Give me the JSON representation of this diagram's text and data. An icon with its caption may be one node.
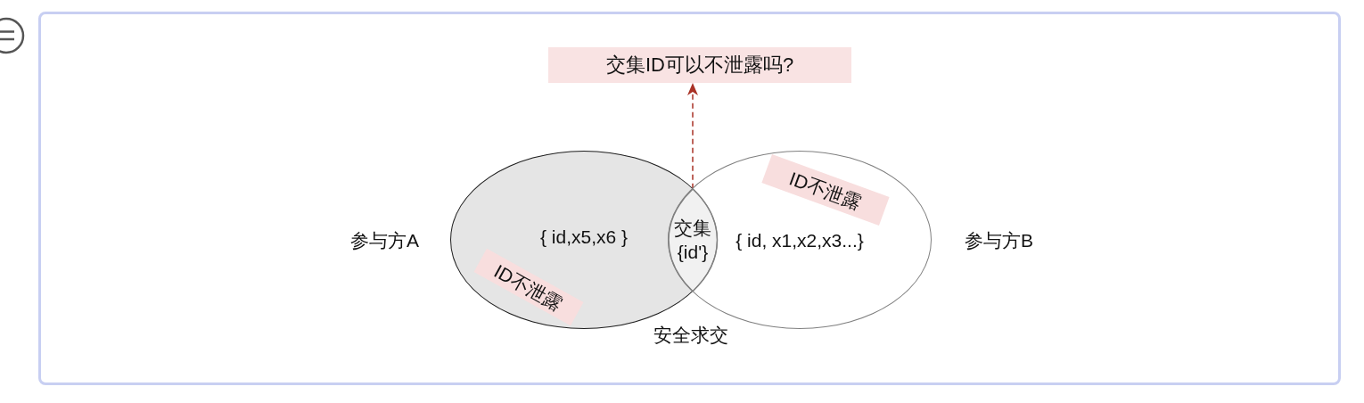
{
  "diagram": {
    "nodes": [
      {
        "text": [
          "交集ID可以不泄露吗?"
        ]
      },
      {
        "text": [
          "{ id,x5,x6 }"
        ],
        "beside": [
          "参与方A"
        ]
      },
      {
        "text": [
          "ID不泄露"
        ],
        "in": 1
      },
      {
        "text": [
          "交集",
          "{id'}"
        ]
      },
      {
        "text": [
          "{ id, x1,x2,x3...}"
        ],
        "beside": [
          "参与方B"
        ]
      },
      {
        "text": [
          "ID不泄露"
        ],
        "in": 4
      }
    ],
    "edges": [
      {
        "from": 3,
        "to": 0,
        "arrow": "to",
        "style": "dashed",
        "color": "#a93226"
      }
    ],
    "labels": [
      "安全求交"
    ]
  }
}
